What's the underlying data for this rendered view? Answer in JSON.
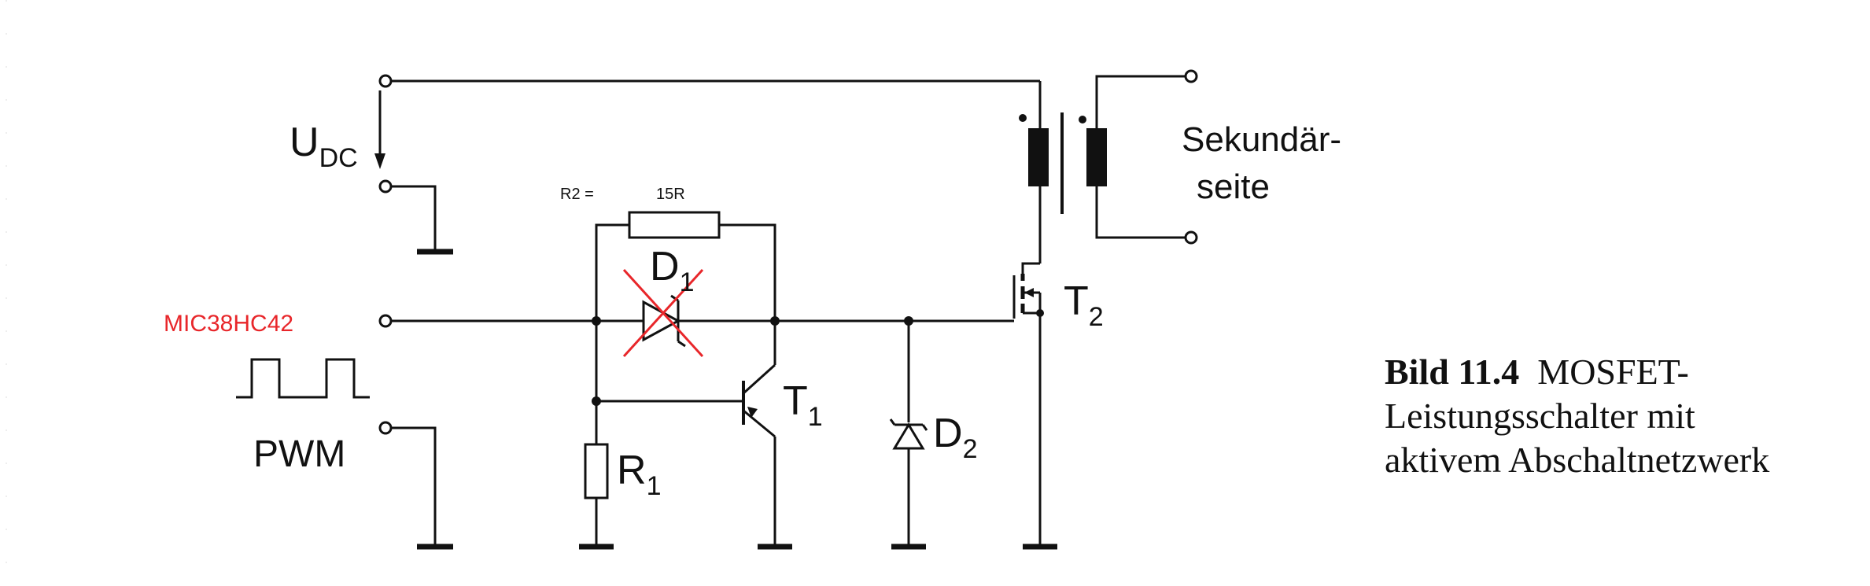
{
  "labels": {
    "udc_main": "U",
    "udc_sub": "DC",
    "pwm": "PWM",
    "controller": "MIC38HC42",
    "r2_label": "R2 =",
    "r2_value": "15R",
    "d1_main": "D",
    "d1_sub": "1",
    "t1_main": "T",
    "t1_sub": "1",
    "t2_main": "T",
    "t2_sub": "2",
    "d2_main": "D",
    "d2_sub": "2",
    "r1_main": "R",
    "r1_sub": "1",
    "secondary_line1": "Sekundär-",
    "secondary_line2": "seite"
  },
  "caption": {
    "number": "Bild 11.4",
    "title": "MOSFET-",
    "line2": "Leistungsschalter mit",
    "line3": "aktivem Abschaltnetzwerk"
  },
  "colors": {
    "annotation": "#e8262a",
    "wire": "#111111"
  }
}
